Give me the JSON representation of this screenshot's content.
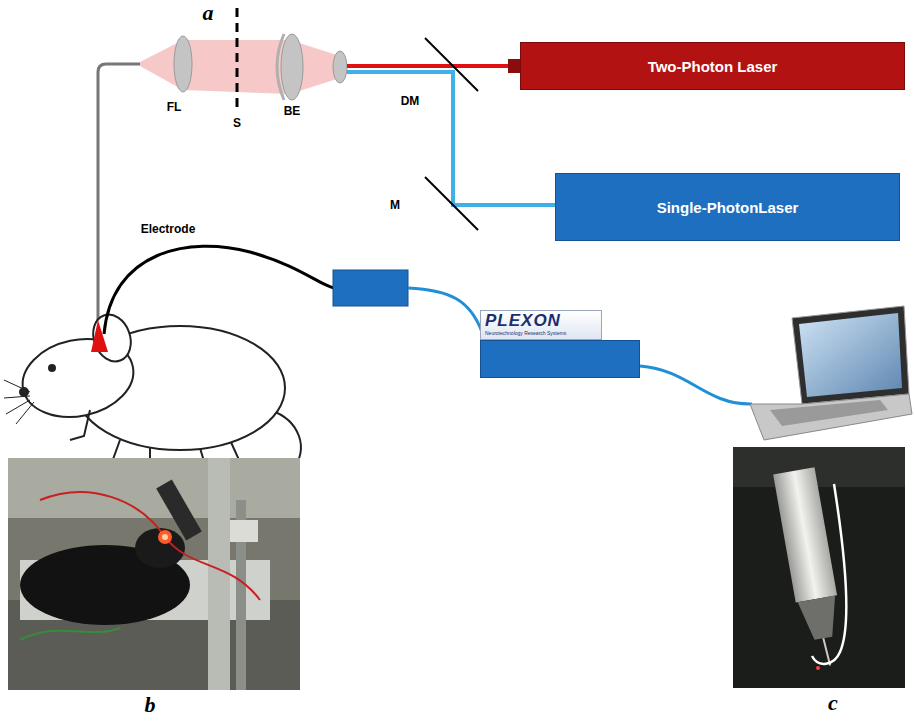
{
  "diagram": {
    "nodes": [
      {
        "text": [
          "Two-Photon Laser"
        ]
      },
      {
        "text": [
          "Single-PhotonLaser"
        ]
      },
      {
        "text": [
          "PLEXON",
          "Neurotechnology Research Systems"
        ]
      }
    ],
    "labels": [
      "a",
      "FL",
      "S",
      "BE",
      "DM",
      "M",
      "Electrode",
      "b",
      "c"
    ]
  }
}
